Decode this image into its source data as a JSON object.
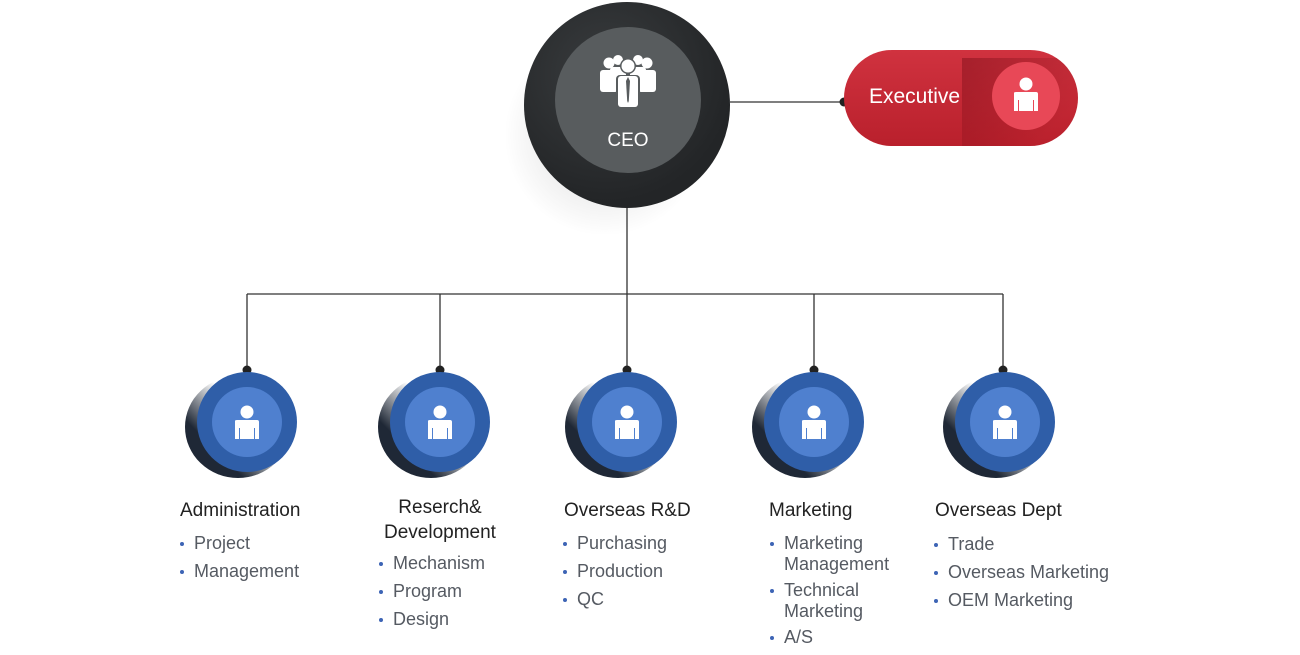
{
  "ceo": {
    "label": "CEO",
    "icon": "group-people-icon"
  },
  "executive": {
    "label": "Executive",
    "icon": "person-icon"
  },
  "colors": {
    "ceo_outer": "#2b2d2f",
    "ceo_inner": "#585c5e",
    "executive": "#c92a37",
    "executive_badge": "#e84857",
    "dept_outer": "#2f5ea8",
    "dept_inner": "#4f80cf",
    "bullet": "#3d64b5"
  },
  "departments": [
    {
      "title": "Administration",
      "items": [
        "Project",
        "Management"
      ]
    },
    {
      "title": "Reserch& Development",
      "items": [
        "Mechanism",
        "Program",
        "Design"
      ]
    },
    {
      "title": "Overseas R&D",
      "items": [
        "Purchasing",
        "Production",
        "QC"
      ]
    },
    {
      "title": "Marketing",
      "items": [
        "Marketing Management",
        "Technical Marketing",
        "A/S"
      ]
    },
    {
      "title": "Overseas Dept",
      "items": [
        "Trade",
        "Overseas Marketing",
        "OEM Marketing"
      ]
    }
  ]
}
